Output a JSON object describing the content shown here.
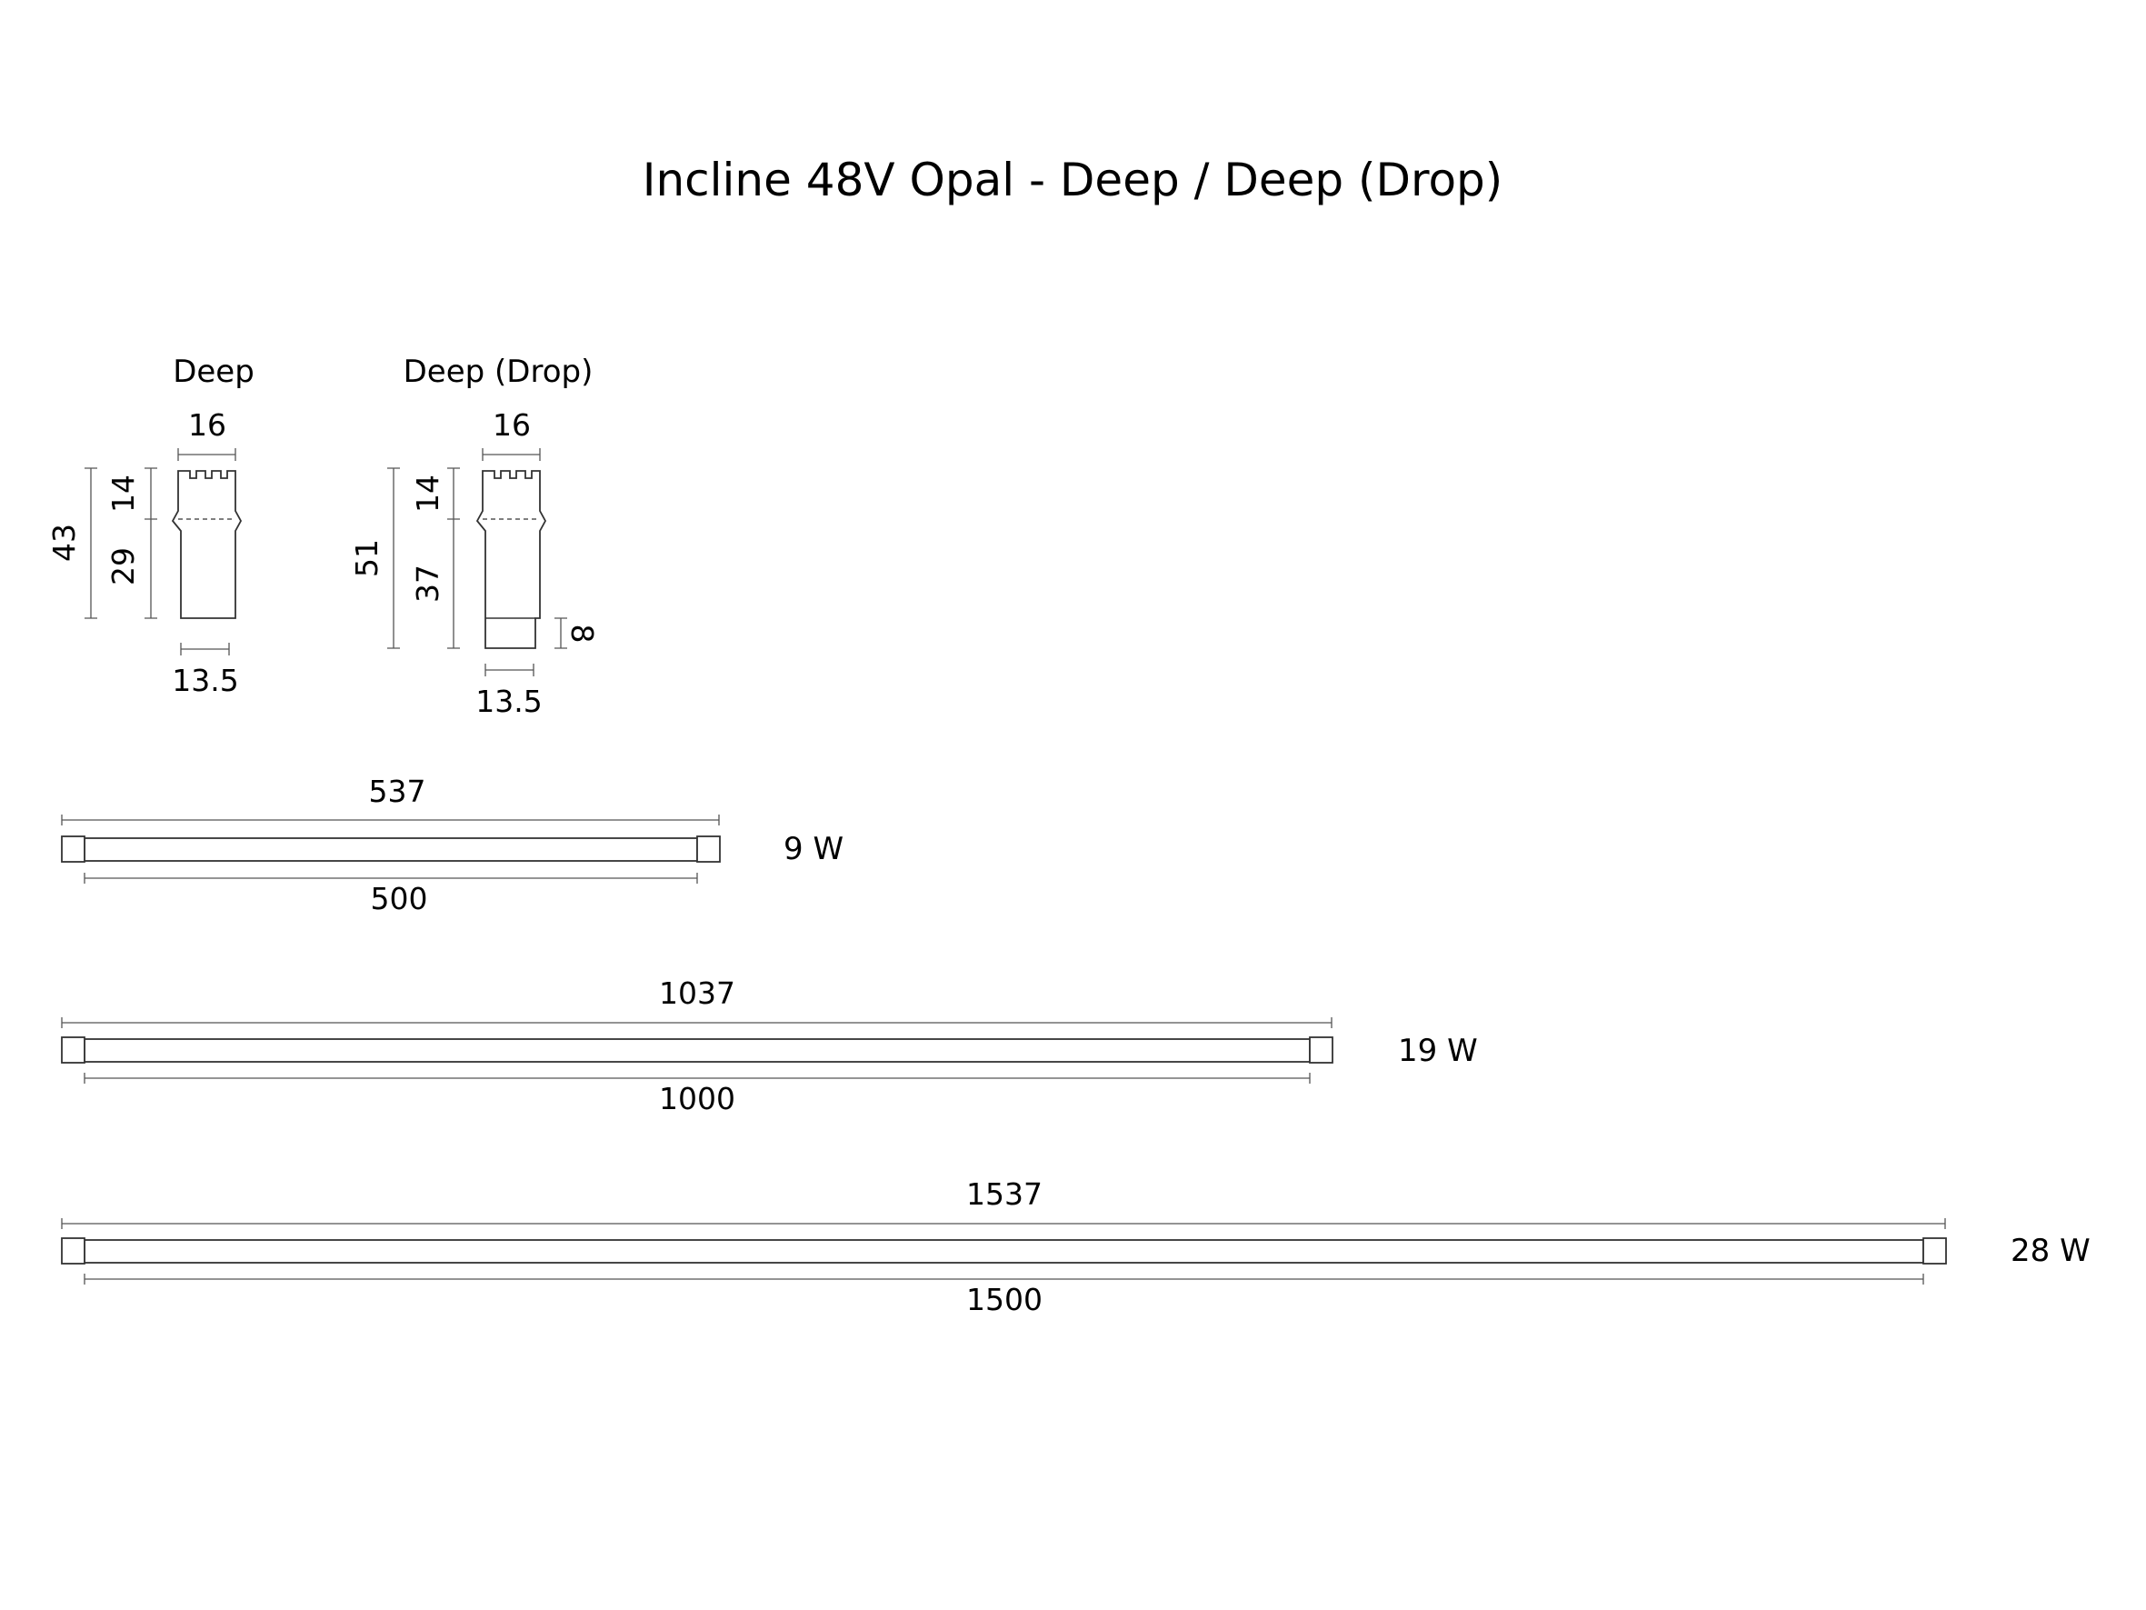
{
  "title": "Incline 48V Opal - Deep / Deep (Drop)",
  "profiles": {
    "deep": {
      "label": "Deep",
      "top_width": "16",
      "bottom_width": "13.5",
      "total_height": "43",
      "upper_height": "14",
      "lower_height": "29"
    },
    "deep_drop": {
      "label": "Deep (Drop)",
      "top_width": "16",
      "bottom_width": "13.5",
      "total_height": "51",
      "upper_height": "14",
      "lower_height": "37",
      "drop_height": "8"
    }
  },
  "lengths": [
    {
      "overall": "537",
      "inner": "500",
      "power": "9 W"
    },
    {
      "overall": "1037",
      "inner": "1000",
      "power": "19 W"
    },
    {
      "overall": "1537",
      "inner": "1500",
      "power": "28 W"
    }
  ]
}
